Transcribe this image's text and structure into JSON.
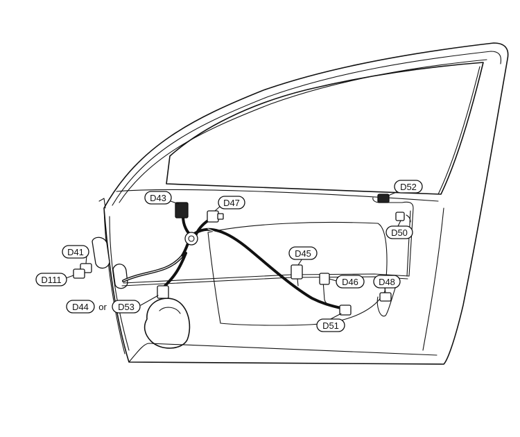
{
  "labels": {
    "d43": "D43",
    "d47": "D47",
    "d52": "D52",
    "d50": "D50",
    "d41": "D41",
    "d111": "D111",
    "d45": "D45",
    "d46": "D46",
    "d48": "D48",
    "d44": "D44",
    "or": "or",
    "d53": "D53",
    "d51": "D51"
  }
}
